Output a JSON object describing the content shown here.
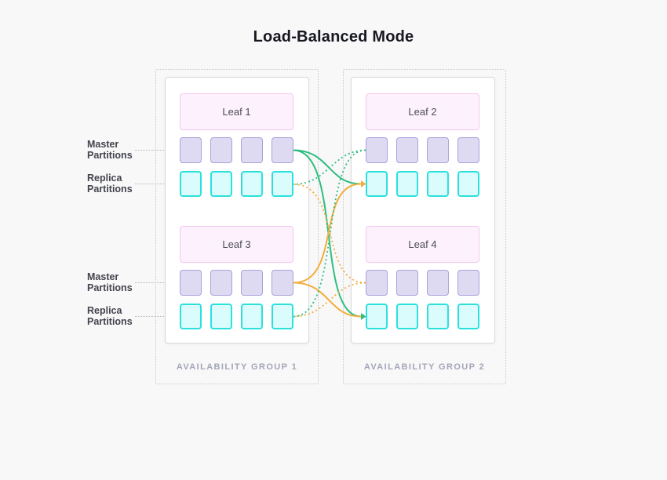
{
  "title": "Load-Balanced Mode",
  "side_labels": {
    "master": "Master Partitions",
    "replica": "Replica Partitions"
  },
  "groups": [
    {
      "label": "AVAILABILITY GROUP 1",
      "leaves": [
        {
          "name": "Leaf 1"
        },
        {
          "name": "Leaf 3"
        }
      ]
    },
    {
      "label": "AVAILABILITY GROUP 2",
      "leaves": [
        {
          "name": "Leaf 2"
        },
        {
          "name": "Leaf 4"
        }
      ]
    }
  ],
  "partitions_per_row": 4,
  "colors": {
    "green": "#2fbd7f",
    "yellow": "#f2ae3c",
    "cyan_border": "#2ce1dd",
    "cyan_fill": "#dbfcfc",
    "purple_border": "#a9a2da",
    "purple_fill": "#dedaf2",
    "pink_border": "#f5c5f0",
    "pink_fill": "#fdf1fd",
    "background": "#f8f8f9"
  },
  "edges": [
    {
      "from": "leaf-1-master",
      "to": "leaf-2-replica",
      "style": "solid",
      "color": "green"
    },
    {
      "from": "leaf-1-master",
      "to": "leaf-4-replica",
      "style": "solid",
      "color": "green"
    },
    {
      "from": "leaf-3-master",
      "to": "leaf-2-replica",
      "style": "solid",
      "color": "yellow"
    },
    {
      "from": "leaf-3-master",
      "to": "leaf-4-replica",
      "style": "solid",
      "color": "yellow"
    },
    {
      "from": "leaf-2-master",
      "to": "leaf-1-replica",
      "style": "dotted",
      "color": "green"
    },
    {
      "from": "leaf-2-master",
      "to": "leaf-3-replica",
      "style": "dotted",
      "color": "green"
    },
    {
      "from": "leaf-4-master",
      "to": "leaf-1-replica",
      "style": "dotted",
      "color": "yellow"
    },
    {
      "from": "leaf-4-master",
      "to": "leaf-3-replica",
      "style": "dotted",
      "color": "yellow"
    }
  ]
}
